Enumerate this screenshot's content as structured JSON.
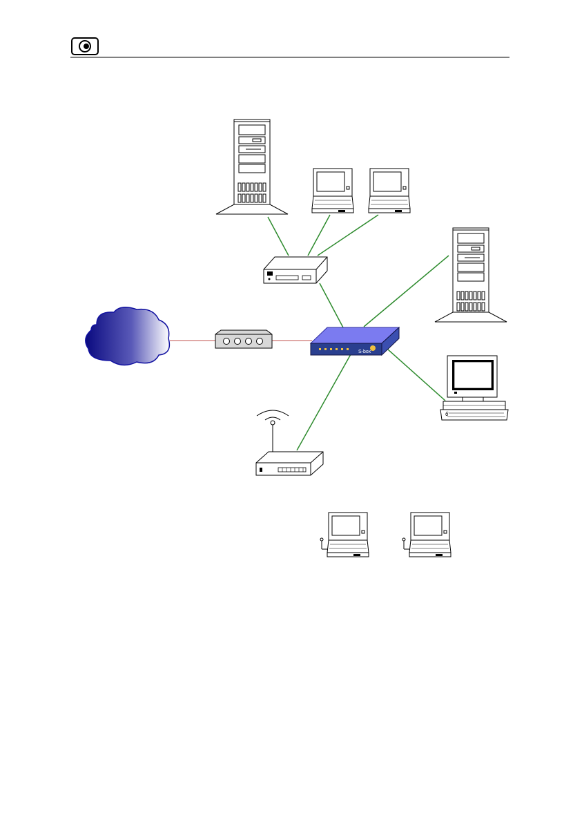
{
  "page": {
    "header_icon": "eye-logo-icon",
    "has_header_rule": true
  },
  "diagram": {
    "description_type": "network-topology",
    "nodes": [
      {
        "id": "internet",
        "icon": "cloud-icon",
        "label": ""
      },
      {
        "id": "modem",
        "icon": "modem-icon",
        "label": ""
      },
      {
        "id": "sbox",
        "icon": "firewall-appliance-icon",
        "label": "S-box"
      },
      {
        "id": "hub",
        "icon": "hub-icon",
        "label": ""
      },
      {
        "id": "server-tower-1",
        "icon": "server-tower-icon",
        "label": ""
      },
      {
        "id": "server-tower-2",
        "icon": "server-tower-icon",
        "label": ""
      },
      {
        "id": "laptop-1",
        "icon": "laptop-icon",
        "label": ""
      },
      {
        "id": "laptop-2",
        "icon": "laptop-icon",
        "label": ""
      },
      {
        "id": "workstation",
        "icon": "desktop-computer-icon",
        "label": ""
      },
      {
        "id": "wireless-ap",
        "icon": "wireless-access-point-icon",
        "label": ""
      },
      {
        "id": "wireless-laptop-1",
        "icon": "wireless-laptop-icon",
        "label": ""
      },
      {
        "id": "wireless-laptop-2",
        "icon": "wireless-laptop-icon",
        "label": ""
      }
    ],
    "links": [
      {
        "from": "internet",
        "to": "modem",
        "color": "#c0504d"
      },
      {
        "from": "modem",
        "to": "sbox",
        "color": "#c0504d"
      },
      {
        "from": "sbox",
        "to": "hub",
        "color": "#2e8b2e"
      },
      {
        "from": "sbox",
        "to": "server-tower-2",
        "color": "#2e8b2e"
      },
      {
        "from": "sbox",
        "to": "workstation",
        "color": "#2e8b2e"
      },
      {
        "from": "sbox",
        "to": "wireless-ap",
        "color": "#2e8b2e"
      },
      {
        "from": "hub",
        "to": "server-tower-1",
        "color": "#2e8b2e"
      },
      {
        "from": "hub",
        "to": "laptop-1",
        "color": "#2e8b2e"
      },
      {
        "from": "hub",
        "to": "laptop-2",
        "color": "#2e8b2e"
      }
    ],
    "colors": {
      "link_lan": "#2e8b2e",
      "link_wan": "#c0504d",
      "cloud_dark": "#1a1a8c",
      "cloud_light": "#ffffff",
      "sbox_top": "#7b7bf0",
      "sbox_front": "#2a3f8f"
    }
  }
}
